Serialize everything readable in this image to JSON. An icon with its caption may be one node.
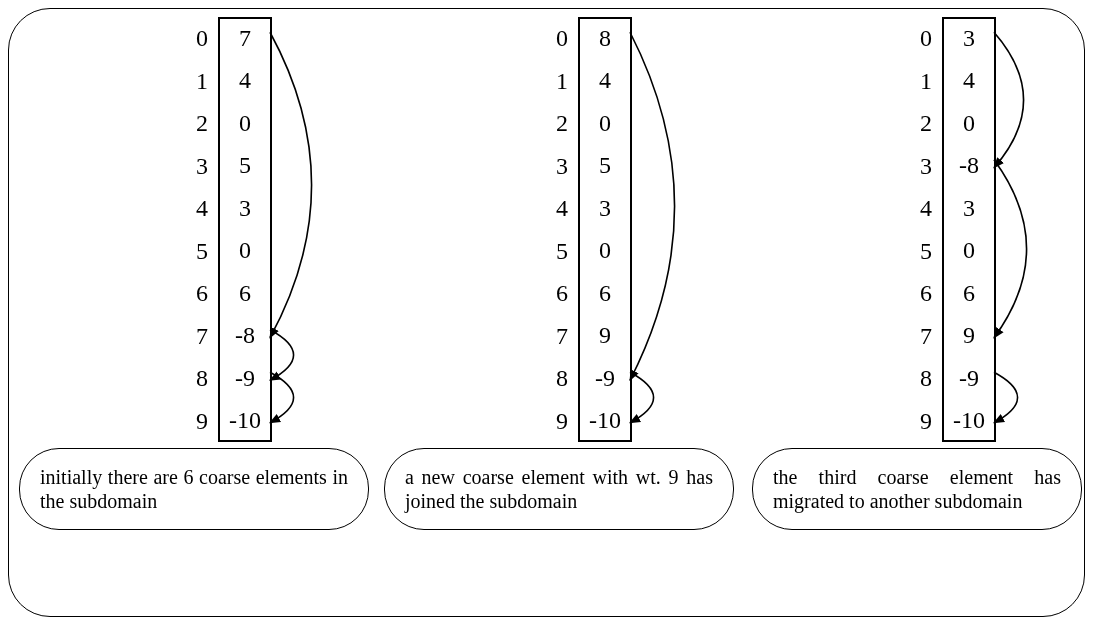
{
  "diagram": {
    "nodes": [
      {
        "text": [],
        "shape": "box"
      },
      {
        "text": [],
        "shape": "box",
        "in": 0
      },
      {
        "text": [
          "7"
        ],
        "beside": [
          "0"
        ],
        "in": 1
      },
      {
        "text": [
          "4"
        ],
        "beside": [
          "1"
        ],
        "in": 1
      },
      {
        "text": [
          "0"
        ],
        "beside": [
          "2"
        ],
        "in": 1
      },
      {
        "text": [
          "5"
        ],
        "beside": [
          "3"
        ],
        "in": 1
      },
      {
        "text": [
          "3"
        ],
        "beside": [
          "4"
        ],
        "in": 1
      },
      {
        "text": [
          "0"
        ],
        "beside": [
          "5"
        ],
        "in": 1
      },
      {
        "text": [
          "6"
        ],
        "beside": [
          "6"
        ],
        "in": 1
      },
      {
        "text": [
          "-8"
        ],
        "beside": [
          "7"
        ],
        "in": 1
      },
      {
        "text": [
          "-9"
        ],
        "beside": [
          "8"
        ],
        "in": 1
      },
      {
        "text": [
          "-10"
        ],
        "beside": [
          "9"
        ],
        "in": 1
      },
      {
        "text": [],
        "shape": "box",
        "in": 0
      },
      {
        "text": [
          "8"
        ],
        "beside": [
          "0"
        ],
        "in": 12
      },
      {
        "text": [
          "4"
        ],
        "beside": [
          "1"
        ],
        "in": 12
      },
      {
        "text": [
          "0"
        ],
        "beside": [
          "2"
        ],
        "in": 12
      },
      {
        "text": [
          "5"
        ],
        "beside": [
          "3"
        ],
        "in": 12
      },
      {
        "text": [
          "3"
        ],
        "beside": [
          "4"
        ],
        "in": 12
      },
      {
        "text": [
          "0"
        ],
        "beside": [
          "5"
        ],
        "in": 12
      },
      {
        "text": [
          "6"
        ],
        "beside": [
          "6"
        ],
        "in": 12
      },
      {
        "text": [
          "9"
        ],
        "beside": [
          "7"
        ],
        "in": 12
      },
      {
        "text": [
          "-9"
        ],
        "beside": [
          "8"
        ],
        "in": 12
      },
      {
        "text": [
          "-10"
        ],
        "beside": [
          "9"
        ],
        "in": 12
      },
      {
        "text": [],
        "shape": "box",
        "in": 0
      },
      {
        "text": [
          "3"
        ],
        "beside": [
          "0"
        ],
        "in": 23
      },
      {
        "text": [
          "4"
        ],
        "beside": [
          "1"
        ],
        "in": 23
      },
      {
        "text": [
          "0"
        ],
        "beside": [
          "2"
        ],
        "in": 23
      },
      {
        "text": [
          "-8"
        ],
        "beside": [
          "3"
        ],
        "in": 23
      },
      {
        "text": [
          "3"
        ],
        "beside": [
          "4"
        ],
        "in": 23
      },
      {
        "text": [
          "0"
        ],
        "beside": [
          "5"
        ],
        "in": 23
      },
      {
        "text": [
          "6"
        ],
        "beside": [
          "6"
        ],
        "in": 23
      },
      {
        "text": [
          "9"
        ],
        "beside": [
          "7"
        ],
        "in": 23
      },
      {
        "text": [
          "-9"
        ],
        "beside": [
          "8"
        ],
        "in": 23
      },
      {
        "text": [
          "-10"
        ],
        "beside": [
          "9"
        ],
        "in": 23
      },
      {
        "text": [
          "initially there are 6 coarse elements in the subdomain"
        ],
        "in": 0
      },
      {
        "text": [
          "a new coarse element with wt. 9 has joined the subdomain"
        ],
        "in": 0
      },
      {
        "text": [
          "the third coarse element has migrated to another subdomain"
        ],
        "in": 0
      }
    ],
    "edges": [
      {
        "from": 2,
        "to": 9,
        "arrow": "to"
      },
      {
        "from": 9,
        "to": 10,
        "arrow": "to"
      },
      {
        "from": 10,
        "to": 11,
        "arrow": "to"
      },
      {
        "from": 13,
        "to": 21,
        "arrow": "to"
      },
      {
        "from": 21,
        "to": 22,
        "arrow": "to"
      },
      {
        "from": 24,
        "to": 27,
        "arrow": "to"
      },
      {
        "from": 27,
        "to": 31,
        "arrow": "to"
      },
      {
        "from": 32,
        "to": 33,
        "arrow": "to"
      }
    ]
  }
}
